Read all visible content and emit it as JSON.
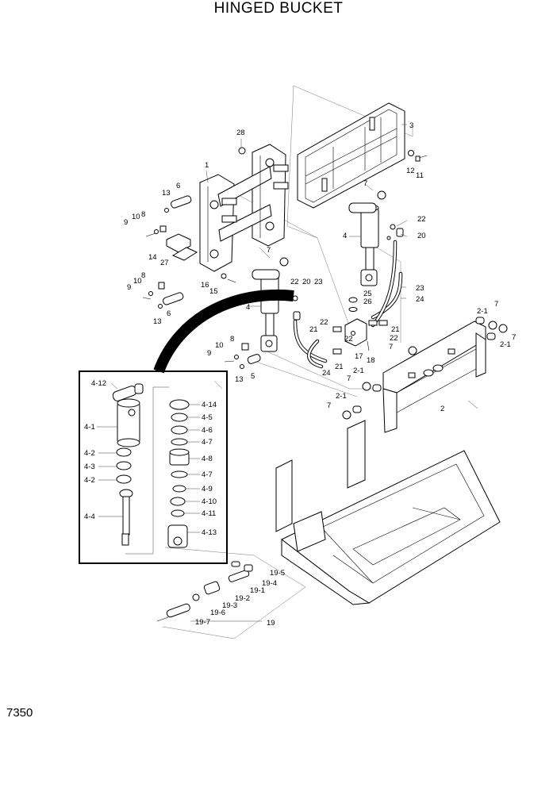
{
  "page": {
    "title": "HINGED BUCKET",
    "page_code": "7350"
  },
  "part_labels": {
    "p1": "1",
    "p2": "2",
    "p3": "3",
    "p4a": "4",
    "p4b": "4",
    "p5": "5",
    "p6a": "6",
    "p6b": "6",
    "p7a": "7",
    "p7b": "7",
    "p7c": "7",
    "p7d": "7",
    "p7e": "7",
    "p7f": "7",
    "p7g": "7",
    "p8a": "8",
    "p8b": "8",
    "p8c": "8",
    "p9a": "9",
    "p9b": "9",
    "p9c": "9",
    "p10a": "10",
    "p10b": "10",
    "p10c": "10",
    "p11": "11",
    "p12": "12",
    "p13a": "13",
    "p13b": "13",
    "p13c": "13",
    "p14": "14",
    "p15": "15",
    "p16": "16",
    "p17": "17",
    "p18": "18",
    "p19": "19",
    "p20a": "20",
    "p20b": "20",
    "p21a": "21",
    "p21b": "21",
    "p21c": "21",
    "p22a": "22",
    "p22b": "22",
    "p22c": "22",
    "p22d": "22",
    "p22e": "22",
    "p23a": "23",
    "p23b": "23",
    "p24a": "24",
    "p24b": "24",
    "p25": "25",
    "p26": "26",
    "p27": "27",
    "p28": "28",
    "p2_1a": "2-1",
    "p2_1b": "2-1",
    "p2_1c": "2-1",
    "p2_1d": "2-1",
    "p19_1": "19-1",
    "p19_2": "19-2",
    "p19_3": "19-3",
    "p19_4": "19-4",
    "p19_5": "19-5",
    "p19_6": "19-6",
    "p19_7": "19-7",
    "p4_1": "4-1",
    "p4_2a": "4-2",
    "p4_2b": "4-2",
    "p4_3": "4-3",
    "p4_4": "4-4",
    "p4_5": "4-5",
    "p4_6": "4-6",
    "p4_7a": "4-7",
    "p4_7b": "4-7",
    "p4_8": "4-8",
    "p4_9": "4-9",
    "p4_10": "4-10",
    "p4_11": "4-11",
    "p4_12": "4-12",
    "p4_13": "4-13",
    "p4_14": "4-14"
  }
}
